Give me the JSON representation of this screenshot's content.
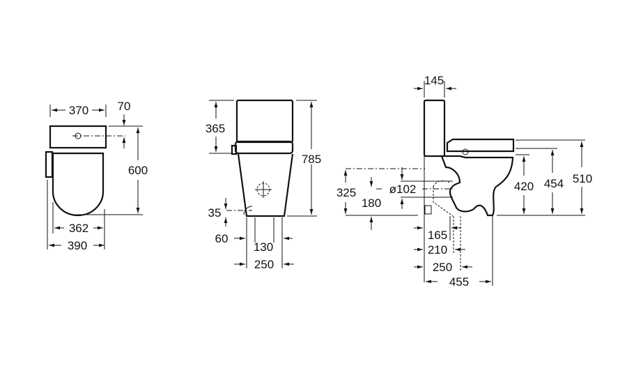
{
  "top_view": {
    "width_tank": "370",
    "inlet_offset": "70",
    "length": "600",
    "seat_width": "362",
    "total_width": "390"
  },
  "front_view": {
    "tank_height": "365",
    "total_height": "785",
    "inlet_height": "35",
    "inlet_side": "60",
    "outlet_offset": "130",
    "base_width": "250"
  },
  "side_view": {
    "tank_depth": "145",
    "outlet_height_wall": "325",
    "outlet_height": "180",
    "outlet_diameter": "ø102",
    "bowl_height": "420",
    "rim_height": "454",
    "seat_height": "510",
    "outlet_center": "165",
    "outlet_far": "210",
    "floor_outlet": "250",
    "total_depth": "455"
  }
}
